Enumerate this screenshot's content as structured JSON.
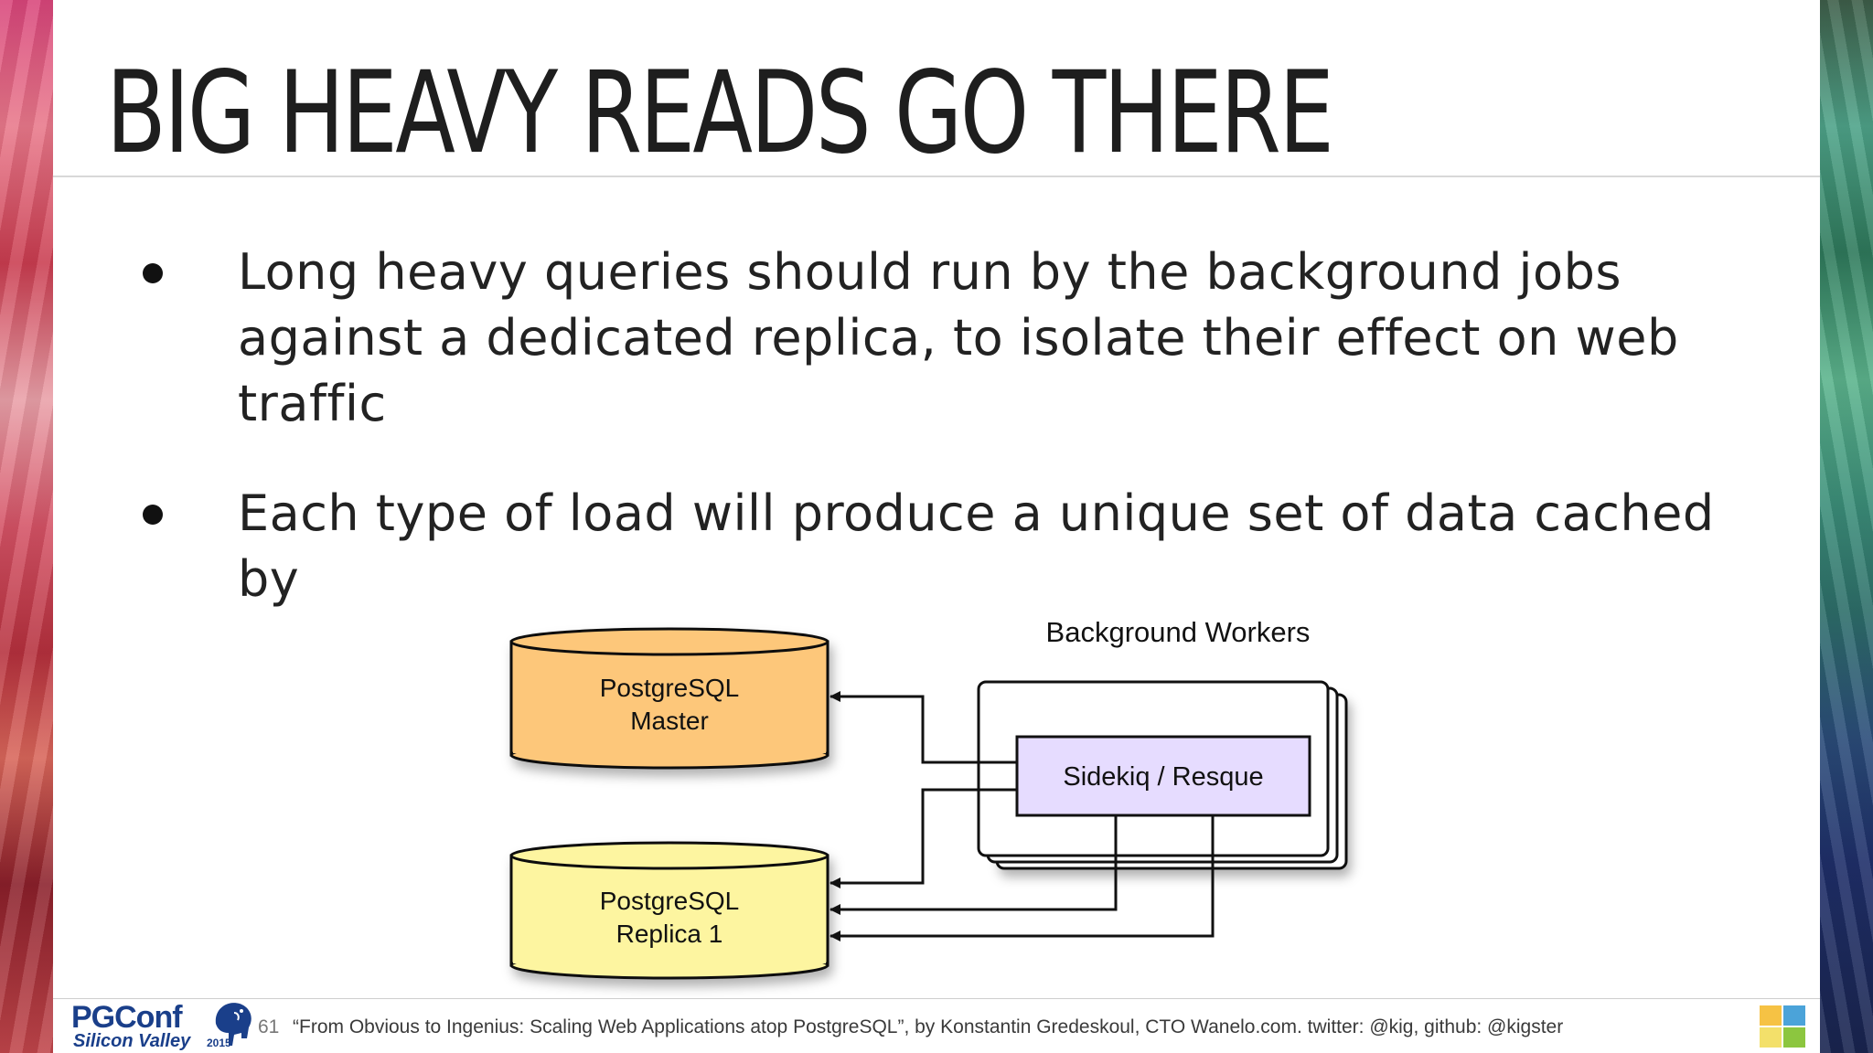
{
  "slide": {
    "title": "BIG HEAVY READS GO THERE",
    "bullets": [
      "Long heavy queries should run by the background jobs against a dedicated replica, to isolate their effect on web traffic",
      "Each type of load will produce a unique set of data cached by"
    ]
  },
  "diagram": {
    "master": {
      "line1": "PostgreSQL",
      "line2": "Master",
      "fill": "#fdc77a"
    },
    "replica": {
      "line1": "PostgreSQL",
      "line2": "Replica 1",
      "fill": "#fdf5a0"
    },
    "workers_label": "Background Workers",
    "worker_box_label": "Sidekiq / Resque",
    "worker_box_fill": "#e6dcff"
  },
  "footer": {
    "logo_main": "PGConf",
    "logo_sub": "Silicon Valley",
    "logo_year": "2015",
    "page_number": "61",
    "citation": "“From Obvious to Ingenius: Scaling Web Applications atop PostgreSQL”, by Konstantin Gredeskoul, CTO Wanelo.com. twitter: @kig, github: @kigster"
  },
  "icons": [
    "elephant-logo-icon",
    "color-squares-icon"
  ]
}
